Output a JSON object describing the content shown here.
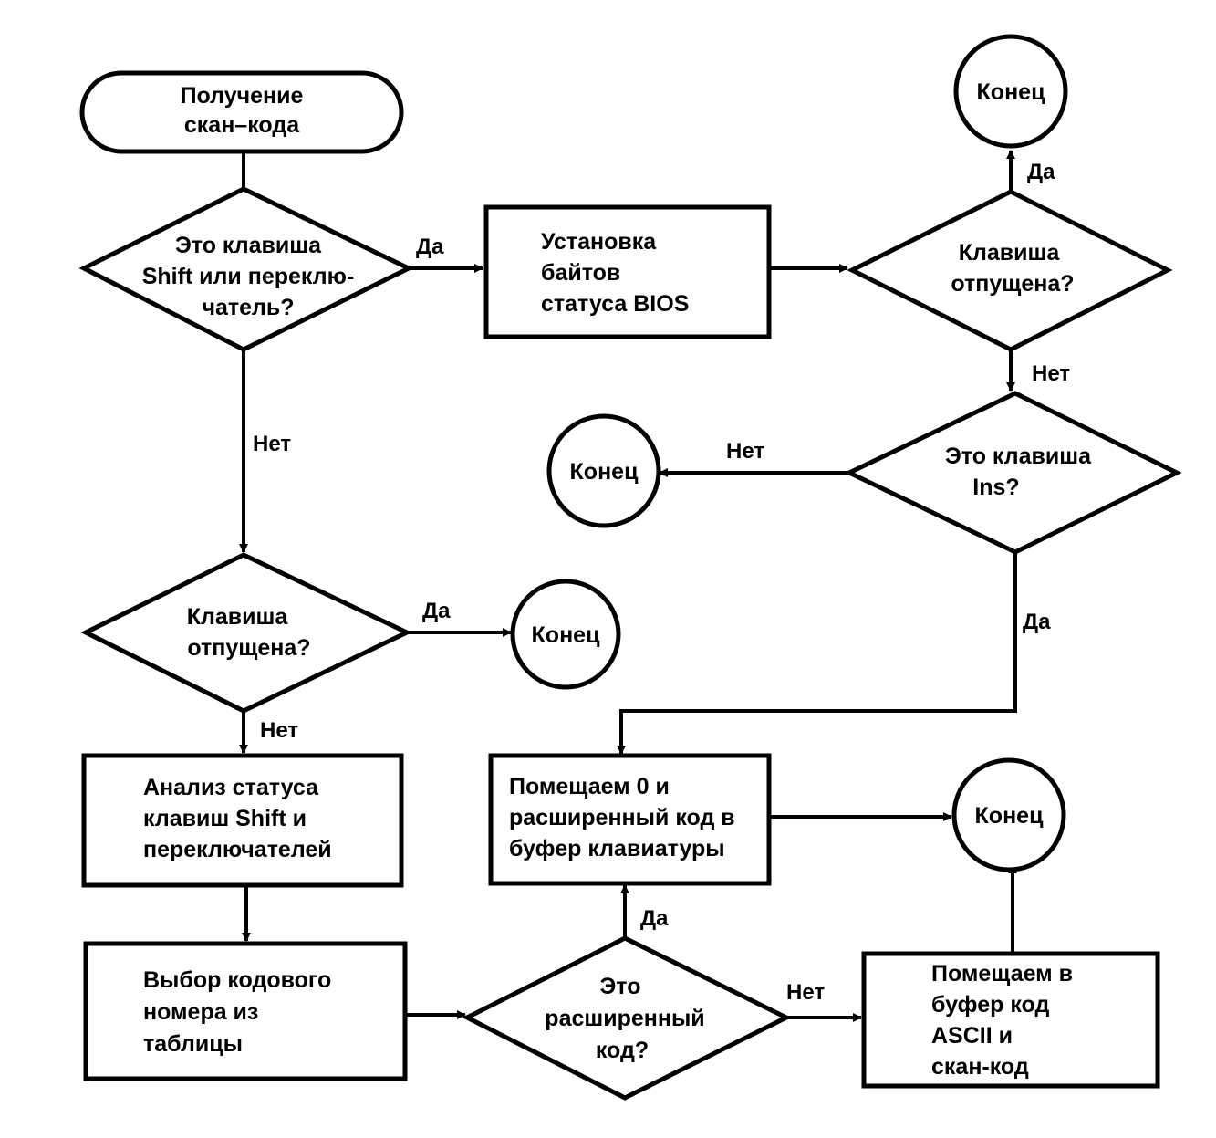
{
  "nodes": {
    "get_scancode": [
      "Получение",
      "скан–кода"
    ],
    "is_shift": [
      "Это клавиша",
      "Shift или переклю-",
      "чатель?"
    ],
    "set_status": [
      "Установка",
      "байтов",
      "статуса   BIOS"
    ],
    "released_top": [
      "Клавиша",
      "отпущена?"
    ],
    "end_top": [
      "Конец"
    ],
    "is_ins": [
      "Это клавиша",
      "Ins?"
    ],
    "end_ins": [
      "Конец"
    ],
    "released_mid": [
      "Клавиша",
      "отпущена?"
    ],
    "end_mid": [
      "Конец"
    ],
    "analyze_status": [
      "Анализ статуса",
      "клавиш  Shift и",
      "переключателей"
    ],
    "put_zero": [
      "Помещаем 0 и",
      "расширенный код в",
      "буфер клавиатуры"
    ],
    "end_right": [
      "Конец"
    ],
    "select_code": [
      "Выбор кодового",
      "номера из",
      "таблицы"
    ],
    "is_extended": [
      "Это",
      "расширенный",
      "код?"
    ],
    "put_ascii": [
      "Помещаем в",
      "буфер код",
      "ASCII и",
      "скан-код"
    ]
  },
  "edges": {
    "shift_yes": "Да",
    "shift_no": "Нет",
    "released_top_yes": "Да",
    "released_top_no": "Нет",
    "ins_no": "Нет",
    "ins_yes": "Да",
    "released_mid_yes": "Да",
    "released_mid_no": "Нет",
    "extended_yes": "Да",
    "extended_no": "Нет"
  }
}
